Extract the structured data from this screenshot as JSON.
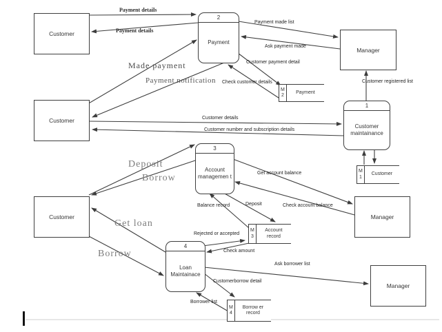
{
  "diagram": {
    "external_entities": {
      "customer_top": "Customer",
      "customer_middle": "Customer",
      "customer_bottom": "Customer",
      "manager_top": "Manager",
      "manager_middle": "Manager",
      "manager_bottom": "Manager"
    },
    "processes": {
      "payment": {
        "number": "2",
        "name": "Payment"
      },
      "customer_maintainance": {
        "number": "1",
        "name": "Customer maintainance"
      },
      "account_management": {
        "number": "3",
        "name": "Account managemen t"
      },
      "loan_maintainace": {
        "number": "4",
        "name": "Loan Maintainace"
      }
    },
    "data_stores": {
      "m2": {
        "letter": "M",
        "number": "2",
        "name": "Payment"
      },
      "m1": {
        "letter": "M",
        "number": "1",
        "name": "Customer"
      },
      "m3": {
        "letter": "M",
        "number": "3",
        "name": "Account record"
      },
      "m4": {
        "letter": "M",
        "number": "4",
        "name": "Borrow er record"
      }
    },
    "flows": {
      "payment_details_request": "Payment details",
      "payment_details_response": "Payment details",
      "made_payment": "Made payment",
      "payment_notification": "Payment notification",
      "payment_made_list": "Payment made list",
      "ask_payment_made": "Ask payment made",
      "customer_payment_detail": "Customer payment detail",
      "check_customer_details": "Check customer details",
      "customer_registered_list": "Customer registered list",
      "customer_details": "Customer details",
      "customer_number_subscription": "Customer number and subscription details",
      "deposit_large": "Deposit",
      "borrow_large": "Borrow",
      "get_account_balance": "Get account balance",
      "balance_record": "Balance record",
      "deposit_small": "Deposit",
      "check_account_balance": "Check account balance",
      "rejected_or_accepted": "Rejected or accepted",
      "check_amount": "Check amount",
      "get_loan": "Get loan",
      "borrow_large_2": "Borrow",
      "ask_borrower_list": "Ask borrower list",
      "customerborrow_detail": "Customerborrow detail",
      "borrower_list": "Borrower list"
    },
    "colors": {
      "line": "#3d3d3d",
      "box_border": "#3d3d3d",
      "large_label_gray": "#7d7d7d",
      "background": "#ffffff"
    }
  }
}
